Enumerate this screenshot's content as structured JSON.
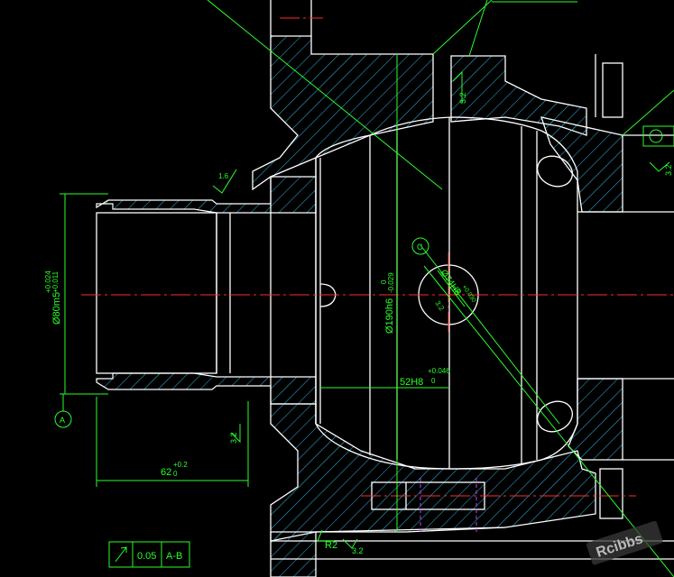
{
  "drawing": {
    "colors": {
      "background": "#000000",
      "outline": "#ffffff",
      "dimension": "#29ff29",
      "centerline": "#ff2a2a",
      "hatch": "#2fd0ff",
      "hidden": "#c040ff"
    },
    "dimensions": {
      "shaft_diameter": "Ø80m5",
      "shaft_tol_upper": "+0.024",
      "shaft_tol_lower": "+0.011",
      "bore_diameter": "Ø190h6",
      "bore_tol_upper": "0",
      "bore_tol_lower": "-0.029",
      "hole_diameter": "Ø74H8",
      "hole_tol_upper": "+0.030",
      "hole_tol_lower": "0",
      "width": "52H8",
      "width_tol_upper": "+0.046",
      "width_tol_lower": "0",
      "length": "62",
      "length_tol_upper": "+0.2",
      "length_tol_lower": "0",
      "radius": "R2"
    },
    "roughness": {
      "top": "3.2",
      "left_upper": "1.6",
      "left_lower": "3.2",
      "right": "3.2",
      "hole": "3.2",
      "bottom": "3.2"
    },
    "datums": {
      "a": "A",
      "c": "C"
    },
    "tolerance_frame": {
      "symbol_icon": "runout-icon",
      "value": "0.05",
      "reference": "A-B"
    },
    "watermark": "Rcibbs"
  }
}
